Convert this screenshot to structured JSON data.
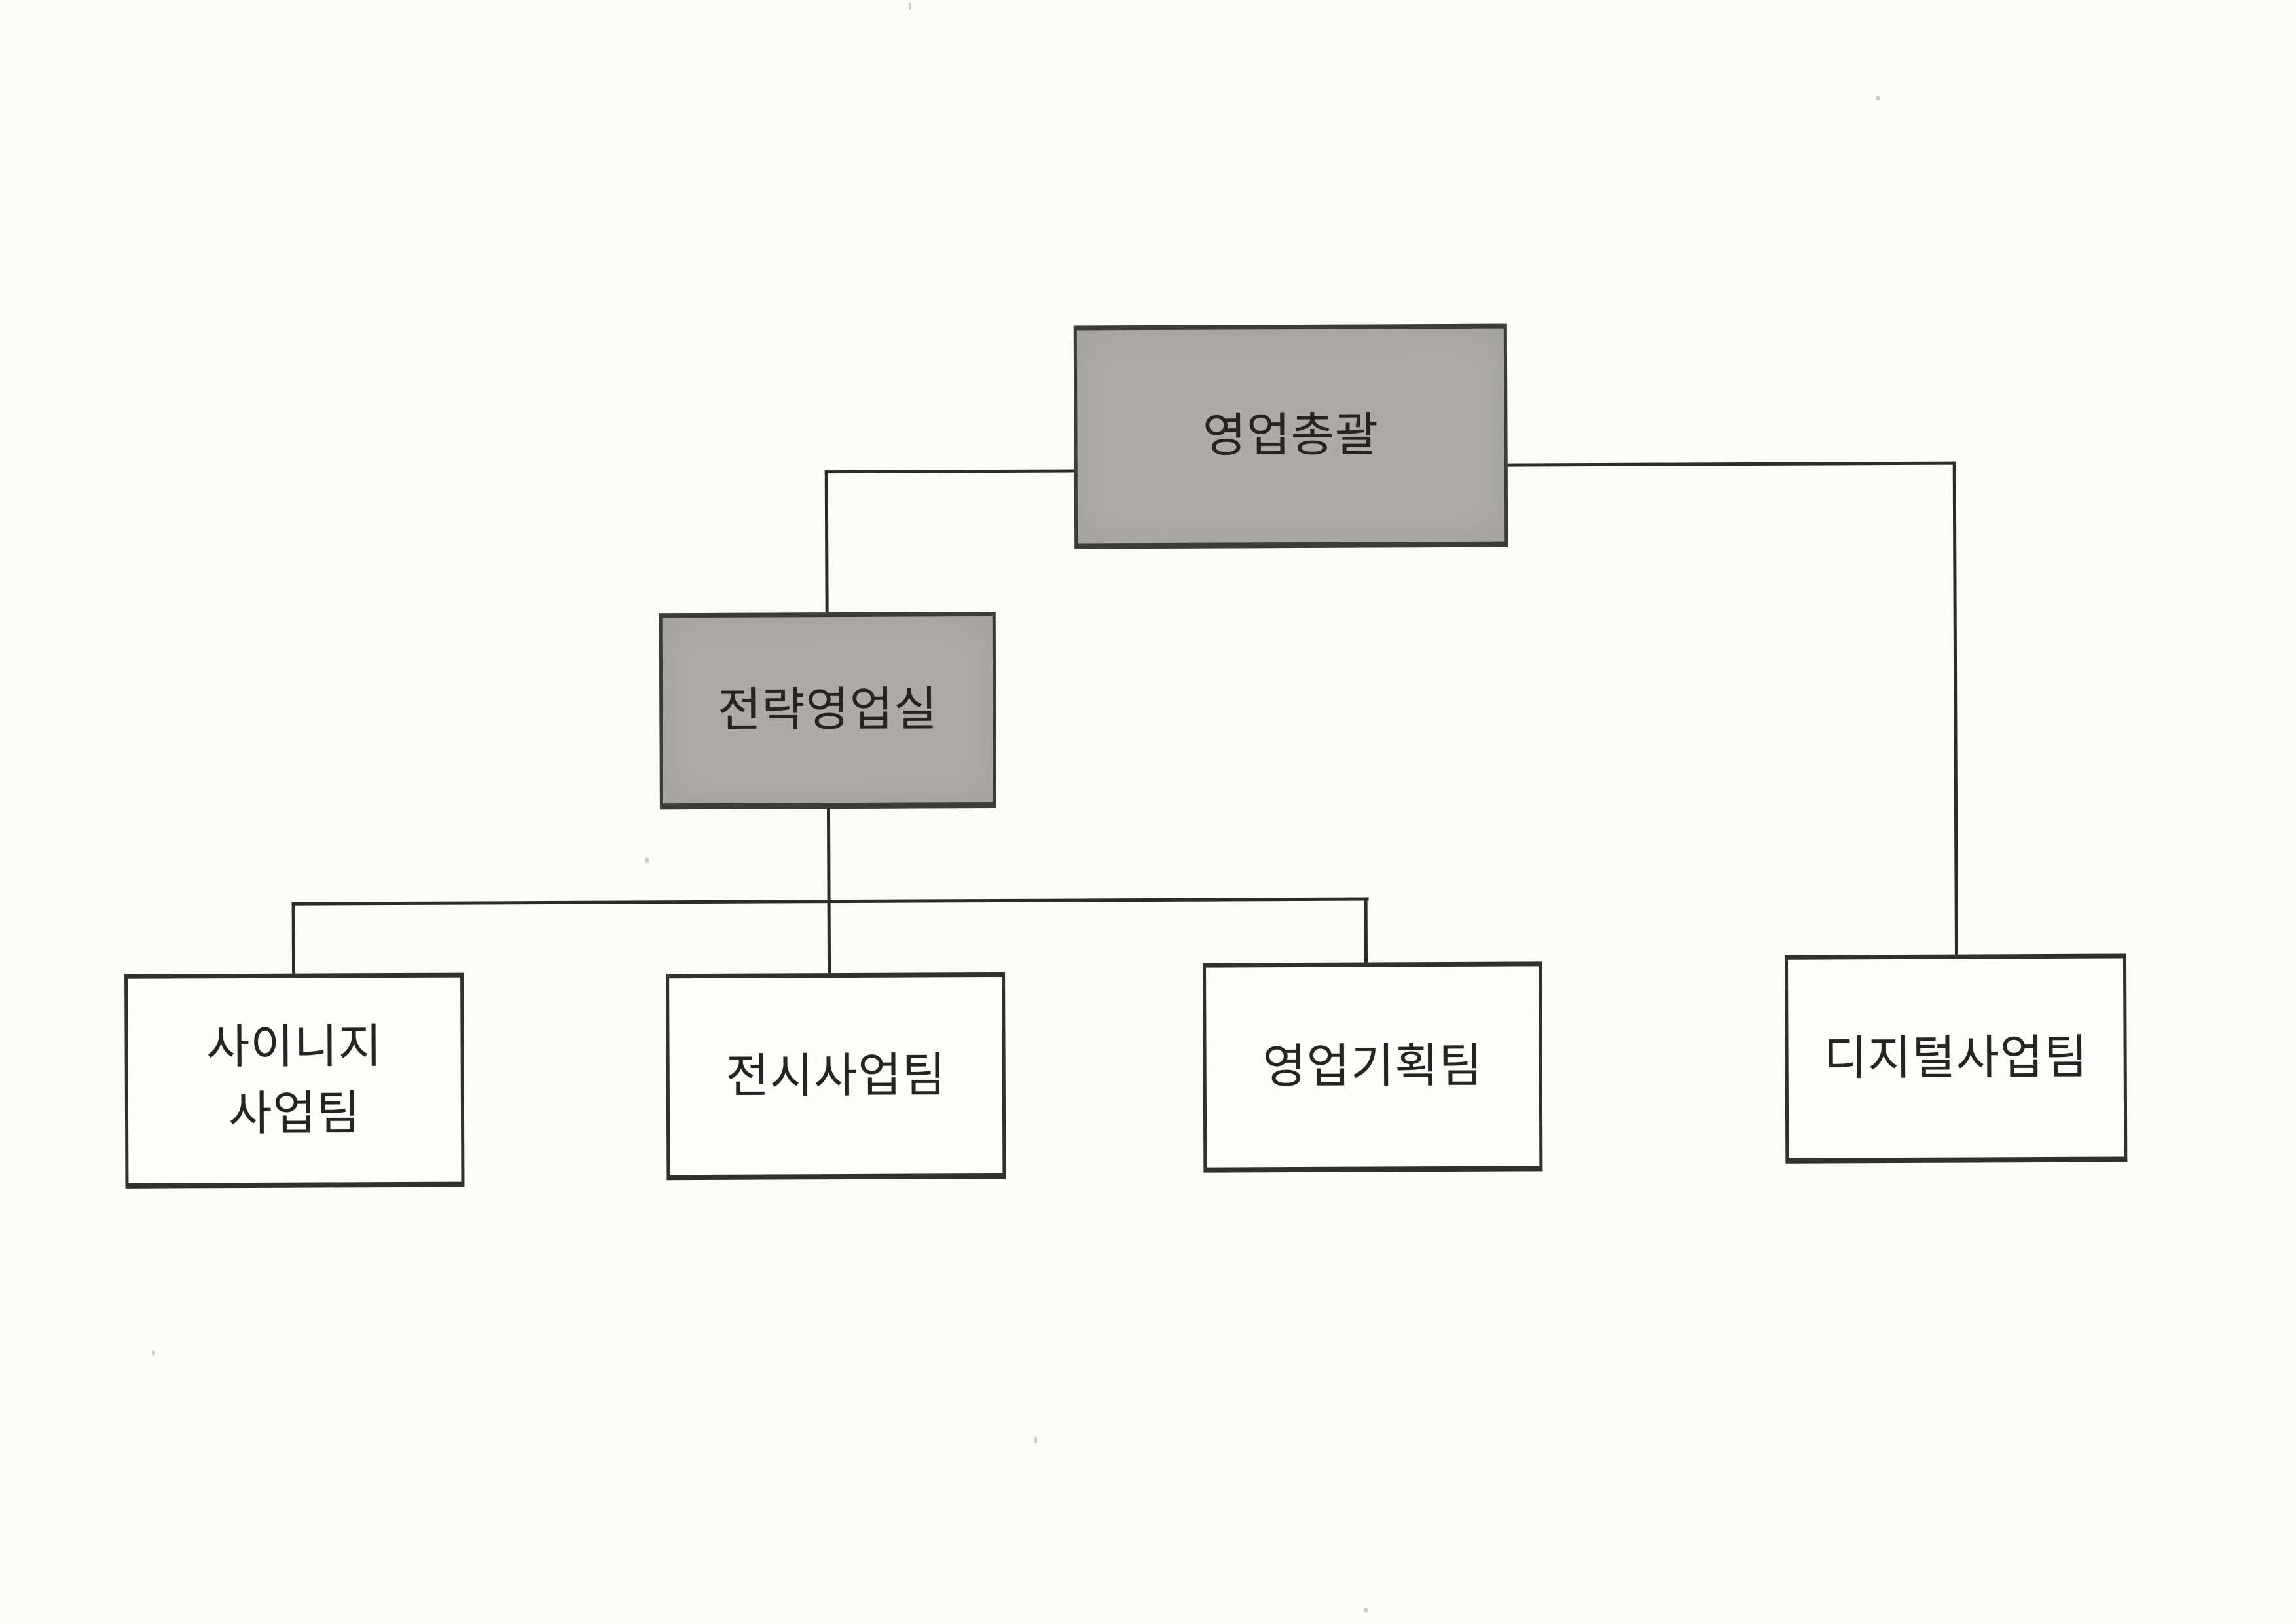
{
  "page": {
    "kind": "scanned organization chart",
    "background_color": "#fbfbfa"
  },
  "org_chart": {
    "type": "org-chart",
    "root": {
      "id": "sales-general",
      "label": "영업총괄",
      "fill": "#adaaa7"
    },
    "mid": {
      "id": "strategic-sales-office",
      "label": "전략영업실",
      "fill": "#adaaa7"
    },
    "teams": [
      {
        "id": "signage-team",
        "label": "사이니지\n사업팀",
        "fill": "#fdfdfc"
      },
      {
        "id": "exhibition-team",
        "label": "전시사업팀",
        "fill": "#fdfdfc"
      },
      {
        "id": "sales-planning-team",
        "label": "영업기획팀",
        "fill": "#fdfdfc"
      },
      {
        "id": "digital-team",
        "label": "디지털사업팀",
        "fill": "#fdfdfc"
      }
    ],
    "edges": [
      [
        "영업총괄",
        "전략영업실"
      ],
      [
        "영업총괄",
        "디지털사업팀"
      ],
      [
        "전략영업실",
        "사이니지 사업팀"
      ],
      [
        "전략영업실",
        "전시사업팀"
      ],
      [
        "전략영업실",
        "영업기획팀"
      ]
    ],
    "colors": {
      "gray_node_fill": "#adaaa7",
      "white_node_fill": "#fdfdfc",
      "node_border": "#3b3b39",
      "connector_line": "#2b2b29",
      "label_text": "#262422"
    }
  }
}
